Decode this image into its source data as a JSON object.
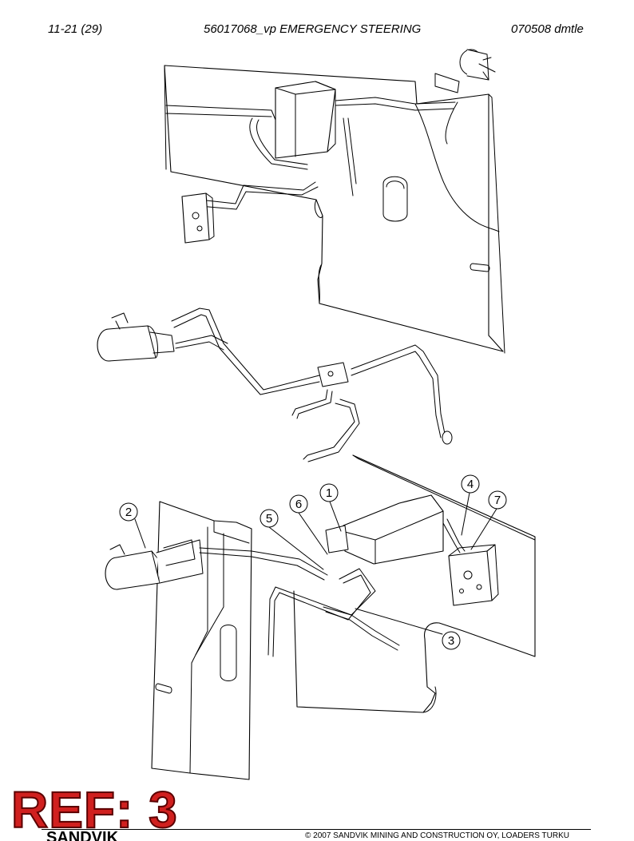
{
  "header": {
    "left": "11-21 (29)",
    "center": "56017068_vp EMERGENCY STEERING",
    "right": "070508 dmtle"
  },
  "callouts": [
    {
      "id": "callout-1",
      "label": "1"
    },
    {
      "id": "callout-2",
      "label": "2"
    },
    {
      "id": "callout-3",
      "label": "3"
    },
    {
      "id": "callout-4",
      "label": "4"
    },
    {
      "id": "callout-5",
      "label": "5"
    },
    {
      "id": "callout-6",
      "label": "6"
    },
    {
      "id": "callout-7",
      "label": "7"
    }
  ],
  "stamp": {
    "ref_label": "REF: 3",
    "logo": "SANDVIK"
  },
  "footer": {
    "copyright": "© 2007 SANDVIK MINING AND CONSTRUCTION OY, LOADERS TURKU"
  },
  "colors": {
    "line": "#000000",
    "ref_red": "#d0201f"
  }
}
